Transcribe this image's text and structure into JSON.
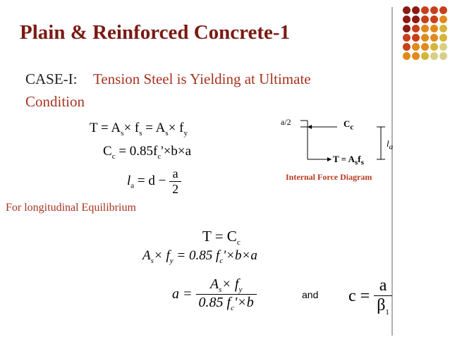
{
  "title": "Plain & Reinforced Concrete-1",
  "case": {
    "label": "CASE-I:",
    "text": "Tension Steel is Yielding at Ultimate",
    "text_line2": "Condition"
  },
  "equations": {
    "T_lhs": "T = A",
    "T_s1": "s",
    "T_mid1": "× f",
    "T_s2": "s",
    "T_mid2": " = A",
    "T_s3": "s",
    "T_mid3": "× f",
    "T_y": "y",
    "Cc_C": "C",
    "Cc_c": "c",
    "Cc_rhs": "= 0.85f",
    "Cc_c2": "c",
    "Cc_tail": "'×b×a",
    "la_l": "l",
    "la_a": "a",
    "la_rhs": "= d −",
    "la_num": "a",
    "la_den": "2"
  },
  "longitudinal": "For longitudinal Equilibrium",
  "equilibrium": {
    "T": "T = C",
    "T_c": "c",
    "As": "A",
    "As_s": "s",
    "times_f": "× f",
    "f_y": "y",
    "rhs": "= 0.85 f",
    "rhs_c": "c",
    "rhs_tail": "'×b×a",
    "a_lhs": "a =",
    "num_A": "A",
    "num_s": "s",
    "num_f": "× f",
    "num_y": "y",
    "den": "0.85 f",
    "den_c": "c",
    "den_tail": "'×b",
    "and": "and",
    "c_lhs": "c =",
    "c_num": "a",
    "c_den": "β",
    "c_den_sub": "1"
  },
  "diagram": {
    "a2": "a/2",
    "Cc": "C",
    "Cc_sub": "c",
    "la": "l",
    "la_sub": "a",
    "T": "T = A",
    "T_s": "s",
    "T_f": "f",
    "T_s2": "s",
    "caption": "Internal Force Diagram"
  },
  "decor_colors": {
    "dark_red": "#8b1a12",
    "red_orange": "#c8401a",
    "orange": "#e08a1e",
    "mustard": "#d4b43a",
    "khaki": "#d8cf86"
  },
  "dot_grid": [
    [
      "dark_red",
      "dark_red",
      "red_orange",
      "red_orange",
      "red_orange"
    ],
    [
      "dark_red",
      "dark_red",
      "red_orange",
      "red_orange",
      "orange"
    ],
    [
      "dark_red",
      "red_orange",
      "orange",
      "orange",
      "mustard"
    ],
    [
      "red_orange",
      "red_orange",
      "orange",
      "orange",
      "mustard"
    ],
    [
      "red_orange",
      "orange",
      "orange",
      "mustard",
      "khaki"
    ],
    [
      "orange",
      "orange",
      "mustard",
      "khaki",
      "khaki"
    ]
  ]
}
